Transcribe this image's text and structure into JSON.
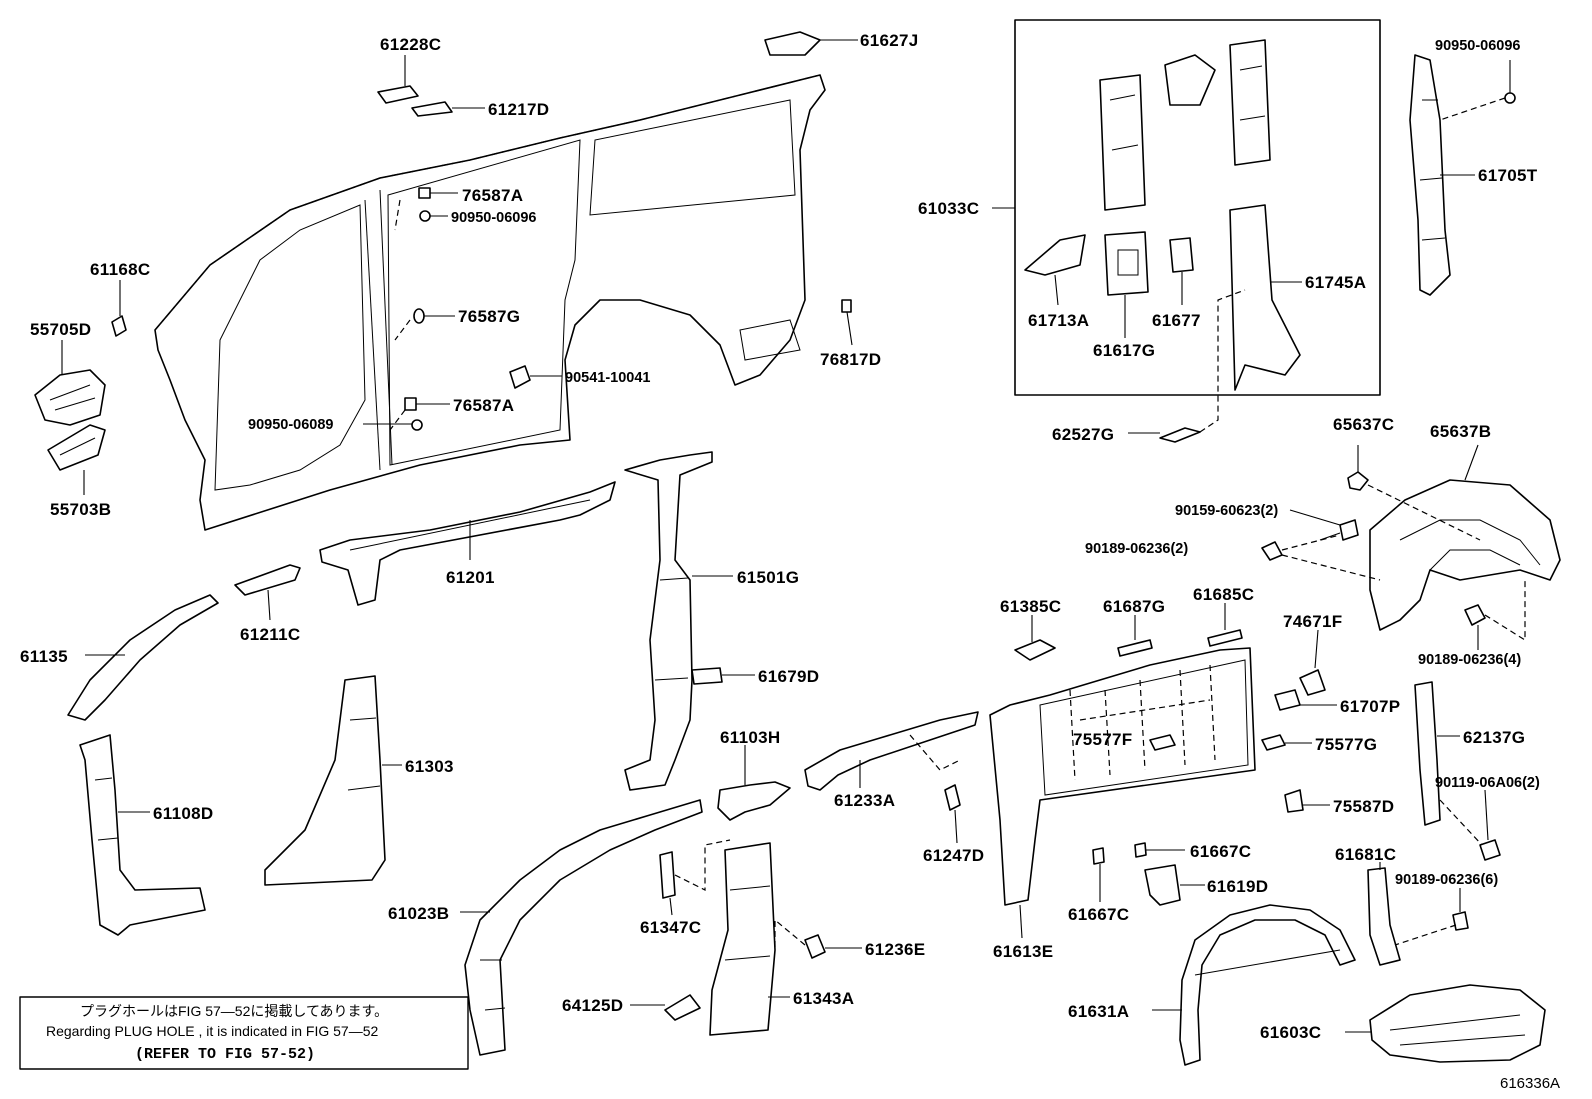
{
  "labels": {
    "p61228C": "61228C",
    "p61627J": "61627J",
    "p61217D": "61217D",
    "p76587A_1": "76587A",
    "p90950_06096_a": "90950-06096",
    "p61168C": "61168C",
    "p55705D": "55705D",
    "p76587G": "76587G",
    "p90541_10041": "90541-10041",
    "p76587A_2": "76587A",
    "p90950_06089": "90950-06089",
    "p55703B": "55703B",
    "p76817D": "76817D",
    "p61033C": "61033C",
    "p61713A": "61713A",
    "p61617G": "61617G",
    "p61677": "61677",
    "p61745A": "61745A",
    "p90950_06096_b": "90950-06096",
    "p61705T": "61705T",
    "p62527G": "62527G",
    "p65637C": "65637C",
    "p65637B": "65637B",
    "p90159_60623": "90159-60623(2)",
    "p90189_06236_2": "90189-06236(2)",
    "p90189_06236_4": "90189-06236(4)",
    "p61201": "61201",
    "p61211C": "61211C",
    "p61501G": "61501G",
    "p61135": "61135",
    "p61679D": "61679D",
    "p61303": "61303",
    "p61108D": "61108D",
    "p61103H": "61103H",
    "p61233A": "61233A",
    "p61247D": "61247D",
    "p61385C": "61385C",
    "p61687G": "61687G",
    "p61685C": "61685C",
    "p74671F": "74671F",
    "p61707P": "61707P",
    "p62137G": "62137G",
    "p75577F": "75577F",
    "p75577G": "75577G",
    "p90119_06A06": "90119-06A06(2)",
    "p75587D": "75587D",
    "p61667C_1": "61667C",
    "p61681C": "61681C",
    "p90189_06236_6": "90189-06236(6)",
    "p61619D": "61619D",
    "p61667C_2": "61667C",
    "p61613E": "61613E",
    "p61023B": "61023B",
    "p61347C": "61347C",
    "p61236E": "61236E",
    "p64125D": "64125D",
    "p61343A": "61343A",
    "p61631A": "61631A",
    "p61603C": "61603C"
  },
  "note": {
    "line1": "プラグホールはFIG 57―52に掲載してあります。",
    "line2": "Regarding  PLUG  HOLE , it is indicated in FIG  57―52",
    "line3": "(REFER TO FIG 57-52)"
  },
  "figure_id": "616336A"
}
